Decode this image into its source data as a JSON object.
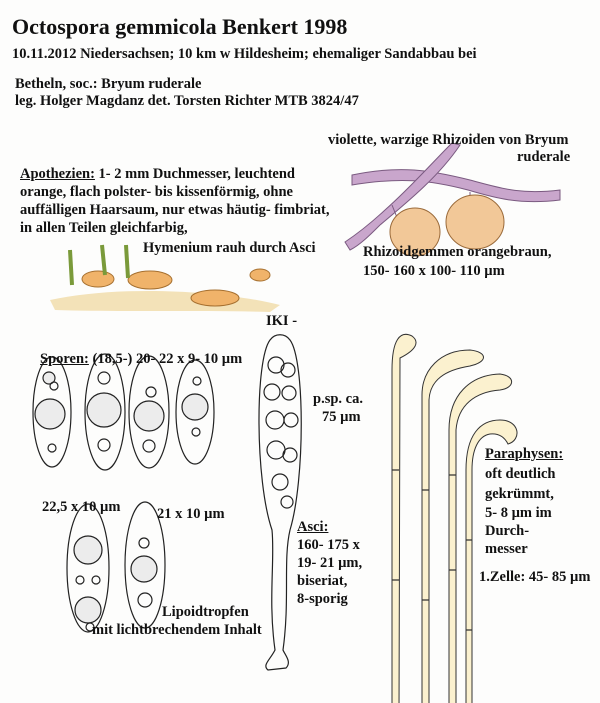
{
  "title": "Octospora gemmicola Benkert 1998",
  "collection": {
    "line1": "10.11.2012 Niedersachsen; 10 km w Hildesheim; ehemaliger Sandabbau bei",
    "line2": "Betheln, soc.: Bryum ruderale",
    "line3": "leg. Holger Magdanz   det. Torsten Richter    MTB 3824/47"
  },
  "rhizoids": {
    "label1": "violette, warzige Rhizoiden von Bryum",
    "label2": "ruderale",
    "gemmae1": "Rhizoidgemmen orangebraun,",
    "gemmae2": "150- 160 x 100- 110 µm"
  },
  "apothecia": {
    "heading": "Apothezien:",
    "line1": " 1- 2 mm Duchmesser, leuchtend",
    "line2": "orange, flach polster- bis kissenförmig, ohne",
    "line3": "auffälligen Haarsaum, nur etwas häutig- fimbriat,",
    "line4": "in allen Teilen gleichfarbig,",
    "hymenium": "Hymenium rauh durch Asci"
  },
  "spores": {
    "heading": "Sporen:",
    "size": " (18,5-) 20- 22 x 9- 10 µm",
    "spore_a": "22,5 x 10 µm",
    "spore_b": "21 x 10 µm",
    "lipid1": "Lipoidtropfen",
    "lipid2": "mit lichtbrechendem Inhalt"
  },
  "ascus": {
    "iki": "IKI -",
    "psp1": "p.sp. ca.",
    "psp2": "75 µm",
    "heading": "Asci:",
    "line1": "160- 175 x",
    "line2": "19- 21 µm,",
    "line3": "biseriat,",
    "line4": "8-sporig"
  },
  "paraphyses": {
    "heading": "Paraphysen:",
    "line1": "oft deutlich",
    "line2": "gekrümmt,",
    "line3": "5- 8 µm im",
    "line4": "Durch-",
    "line5": "messer",
    "cell": "1.Zelle:  45- 85 µm"
  },
  "colors": {
    "rhizoid": "#c9a6cc",
    "gemma": "#f2c898",
    "apothecium": "#f0b36a",
    "paraphysis": "#fbf1cf",
    "moss": "#7a9a3a"
  }
}
